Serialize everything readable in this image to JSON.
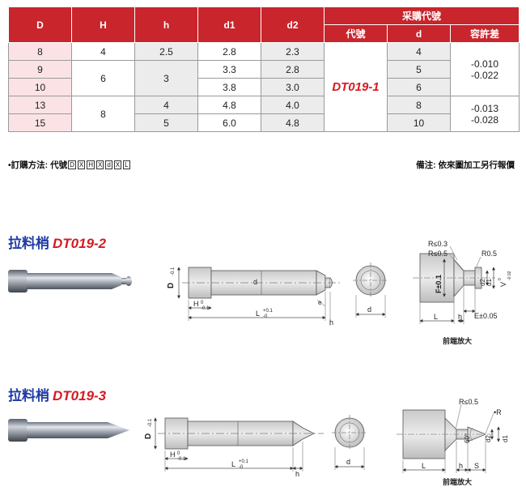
{
  "table": {
    "headers": {
      "D": "D",
      "H": "H",
      "h": "h",
      "d1": "d1",
      "d2": "d2",
      "purchase": "采購代號",
      "code": "代號",
      "d": "d",
      "tolerance": "容許差"
    },
    "rows": [
      {
        "D": "8",
        "H": "4",
        "h": "2.5",
        "d1": "2.8",
        "d2": "2.3",
        "d": "4"
      },
      {
        "D": "9",
        "d1": "3.3",
        "d2": "2.8",
        "d": "5"
      },
      {
        "D": "10",
        "H": "6",
        "h": "3",
        "d1": "3.8",
        "d2": "3.0",
        "d": "6"
      },
      {
        "D": "13",
        "h": "4",
        "d1": "4.8",
        "d2": "4.0",
        "d": "8"
      },
      {
        "D": "15",
        "H": "8",
        "h": "5",
        "d1": "6.0",
        "d2": "4.8",
        "d": "10"
      }
    ],
    "code": "DT019-1",
    "tol_group1": {
      "line1": "-0.010",
      "line2": "-0.022"
    },
    "tol_group2": {
      "line1": "-0.013",
      "line2": "-0.028"
    }
  },
  "notes": {
    "order_prefix": "•訂購方法: 代號",
    "order_boxes": [
      "D",
      "H",
      "d",
      "L"
    ],
    "order_seps": [
      "X",
      "X",
      "X"
    ],
    "remark": "備注: 依來圖加工另行報價"
  },
  "section2": {
    "title_cn": "拉料梢",
    "title_code": "DT019-2",
    "labels": {
      "D": "D",
      "D_sub": "-0.1",
      "D_sup": "0",
      "H": "H",
      "H_sup": "0",
      "H_sub": "-0.1",
      "L": "L",
      "L_sup": "+0.1",
      "L_sub": "-0",
      "d": "d",
      "h": "h",
      "e": "e",
      "end_d": "d",
      "r03": "R≤0.3",
      "r05": "R≤0.5",
      "r_05": "R0.5",
      "f": "F±0.1",
      "d2": "d2",
      "d1": "d1",
      "v": "V",
      "v_sup": "0",
      "v_sub": "-0.02",
      "det_L": "L",
      "det_h": "h",
      "det_e": "E±0.05",
      "caption": "前端放大"
    }
  },
  "section3": {
    "title_cn": "拉料梢",
    "title_code": "DT019-3",
    "labels": {
      "D": "D",
      "D_sub": "-0.1",
      "D_sup": "0",
      "H": "H",
      "H_sup": "0",
      "H_sub": "-0.1",
      "L": "L",
      "L_sup": "+0.1",
      "L_sub": "-0",
      "h": "h",
      "end_d": "d",
      "r05": "R≤0.5",
      "r": "•R",
      "angle": "60°",
      "d2": "d2",
      "d1": "d1",
      "det_L": "L",
      "det_h": "h",
      "det_s": "S",
      "caption": "前端放大"
    }
  }
}
